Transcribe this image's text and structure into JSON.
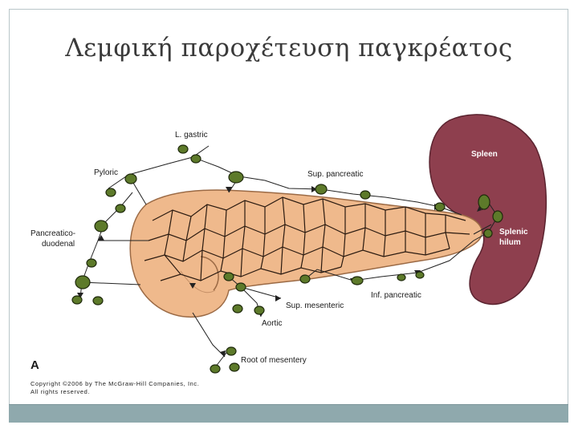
{
  "slide": {
    "title": "Λεμφική παροχέτευση παγκρέατος"
  },
  "figure": {
    "panel_letter": "A",
    "labels": {
      "l_gastric": "L. gastric",
      "pyloric": "Pyloric",
      "pancreatico_line1": "Pancreatico-",
      "pancreatico_line2": "duodenal",
      "sup_pancreatic": "Sup. pancreatic",
      "spleen": "Spleen",
      "splenic_line1": "Splenic",
      "splenic_line2": "hilum",
      "sup_mesenteric": "Sup. mesenteric",
      "inf_pancreatic": "Inf. pancreatic",
      "aortic": "Aortic",
      "root_of_mesentery": "Root of mesentery"
    },
    "copyright_line1": "Copyright ©2006 by The McGraw-Hill Companies, Inc.",
    "copyright_line2": "All rights reserved."
  },
  "colors": {
    "pancreas": "#efb98c",
    "spleen": "#8e3f4e",
    "lymph_node": "#5d7a2a",
    "bottom_bar": "#8fa9ad"
  }
}
